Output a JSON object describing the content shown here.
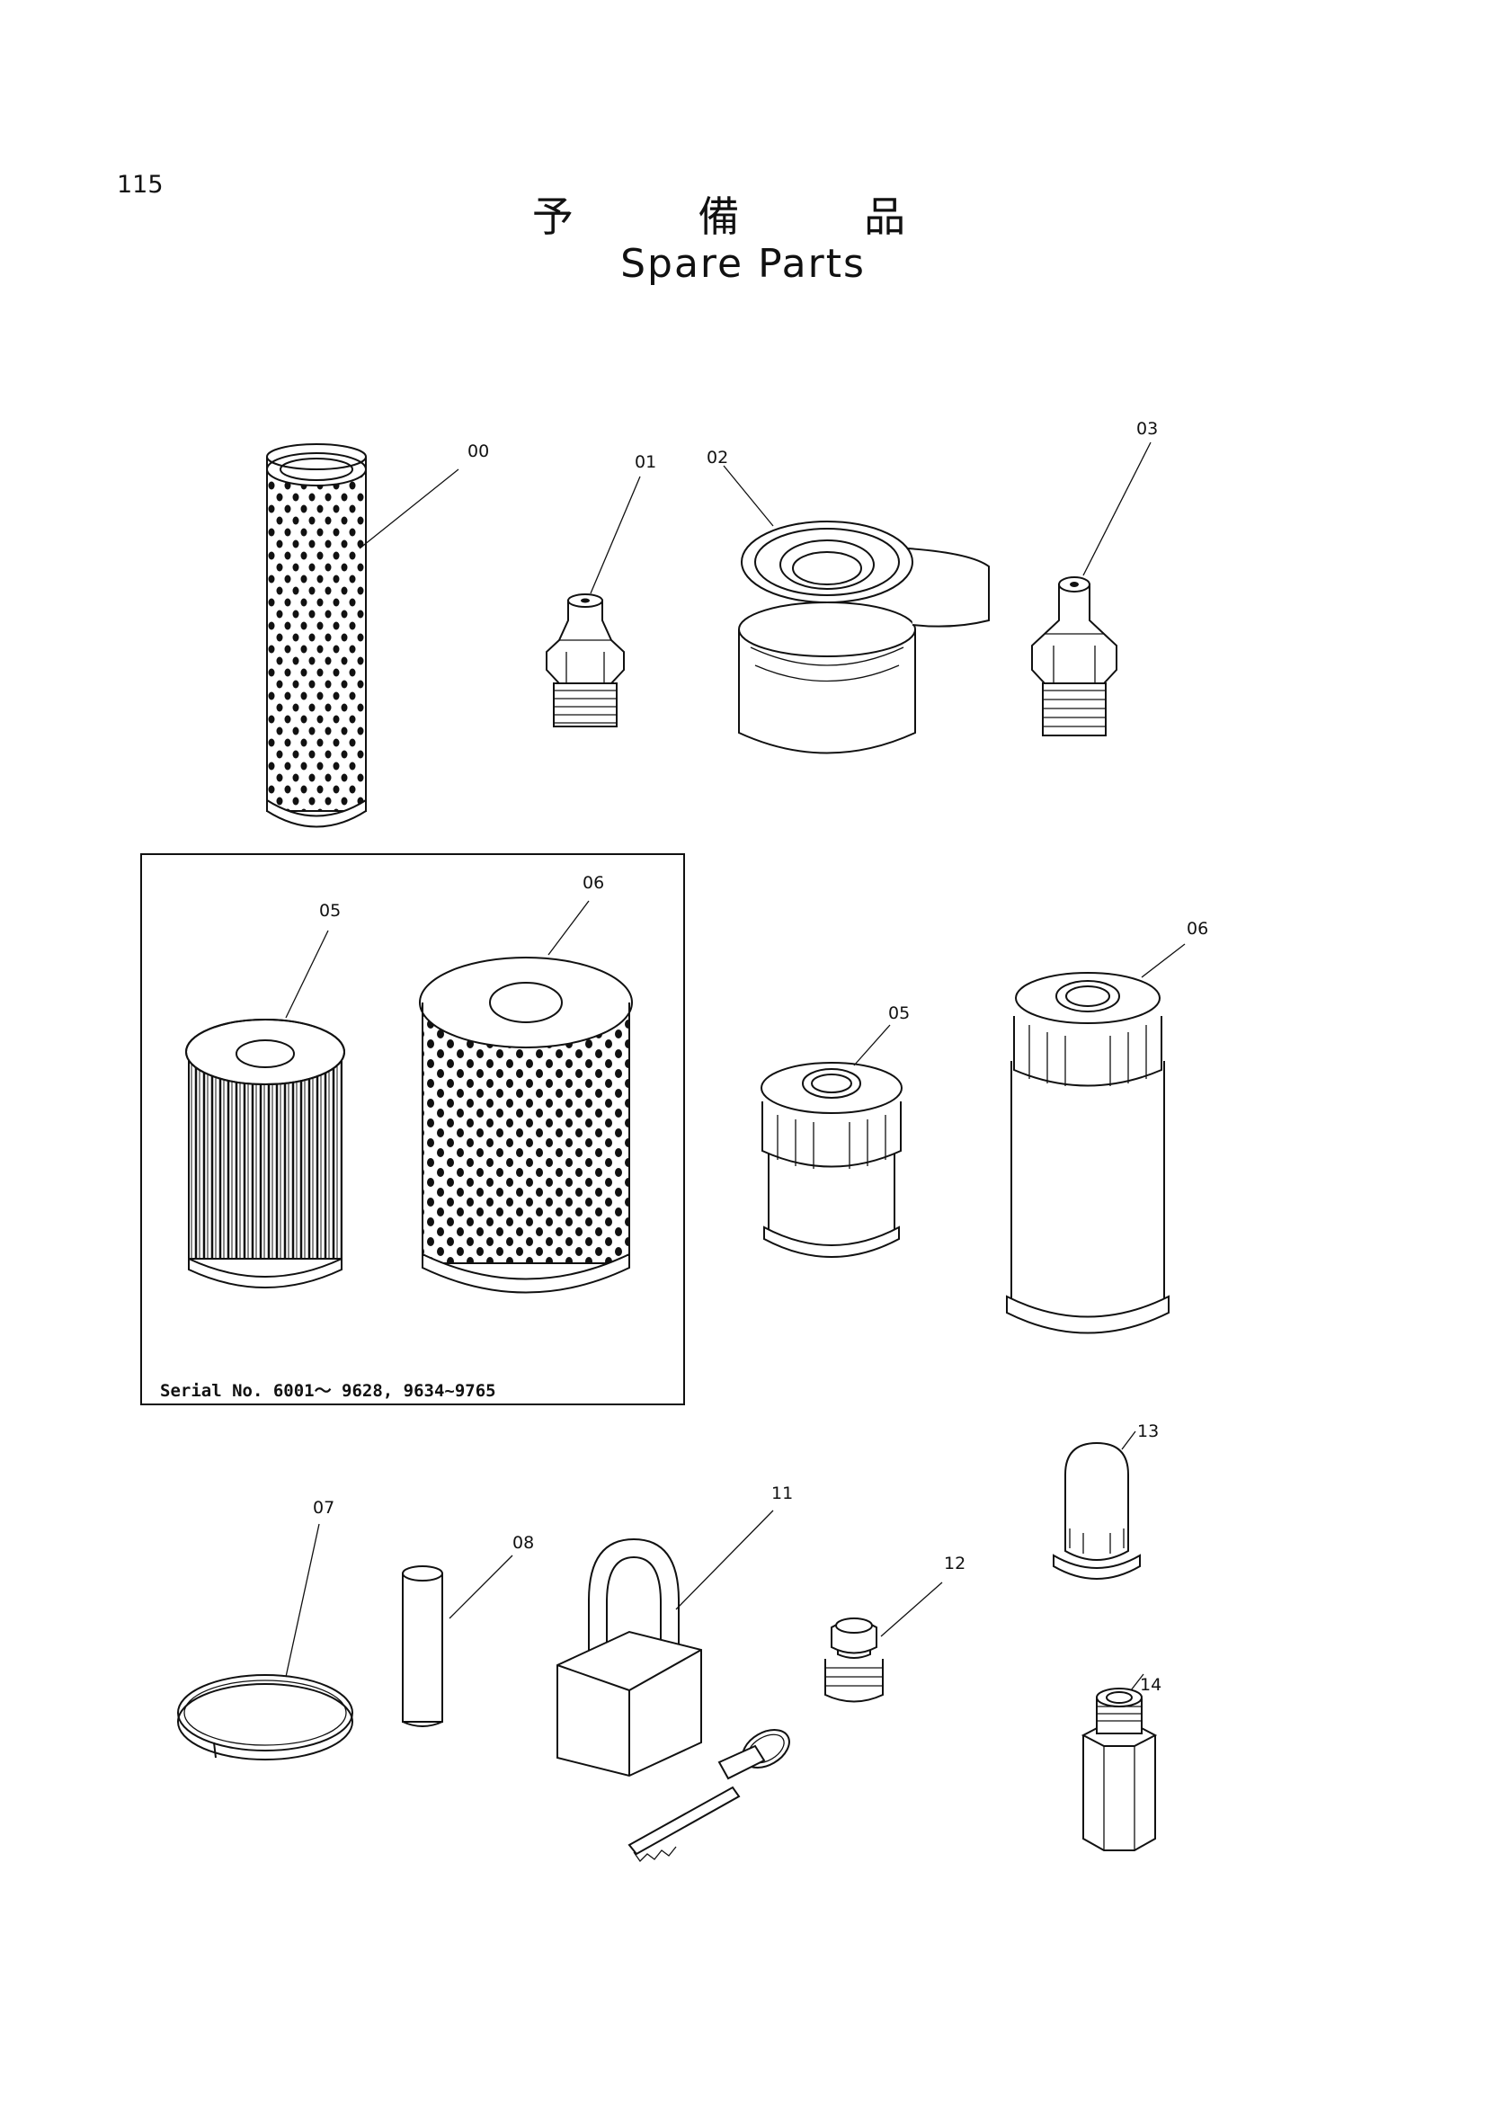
{
  "page": {
    "number": "115",
    "title_jp": "予 備 品",
    "title_en": "Spare Parts"
  },
  "inset": {
    "serial_text": "Serial No. 6001〜 9628, 9634~9765"
  },
  "callouts": {
    "p00": "00",
    "p01": "01",
    "p02": "02",
    "p03": "03",
    "p05_inset": "05",
    "p06_inset": "06",
    "p05": "05",
    "p06": "06",
    "p07": "07",
    "p08": "08",
    "p11": "11",
    "p12": "12",
    "p13": "13",
    "p14": "14"
  },
  "parts": [
    {
      "id": "00",
      "icon": "perforated-strainer-icon"
    },
    {
      "id": "01",
      "icon": "grease-nipple-icon"
    },
    {
      "id": "02",
      "icon": "seal-tape-icon"
    },
    {
      "id": "03",
      "icon": "grease-nipple-icon"
    },
    {
      "id": "05",
      "icon": "pleated-filter-element-icon"
    },
    {
      "id": "06",
      "icon": "perforated-filter-element-icon"
    },
    {
      "id": "05",
      "icon": "spin-on-filter-icon"
    },
    {
      "id": "06",
      "icon": "spin-on-filter-tall-icon"
    },
    {
      "id": "07",
      "icon": "split-ring-icon"
    },
    {
      "id": "08",
      "icon": "pin-icon"
    },
    {
      "id": "11",
      "icon": "padlock-with-key-icon"
    },
    {
      "id": "12",
      "icon": "plug-icon"
    },
    {
      "id": "13",
      "icon": "small-filter-icon"
    },
    {
      "id": "14",
      "icon": "adapter-fitting-icon"
    }
  ]
}
